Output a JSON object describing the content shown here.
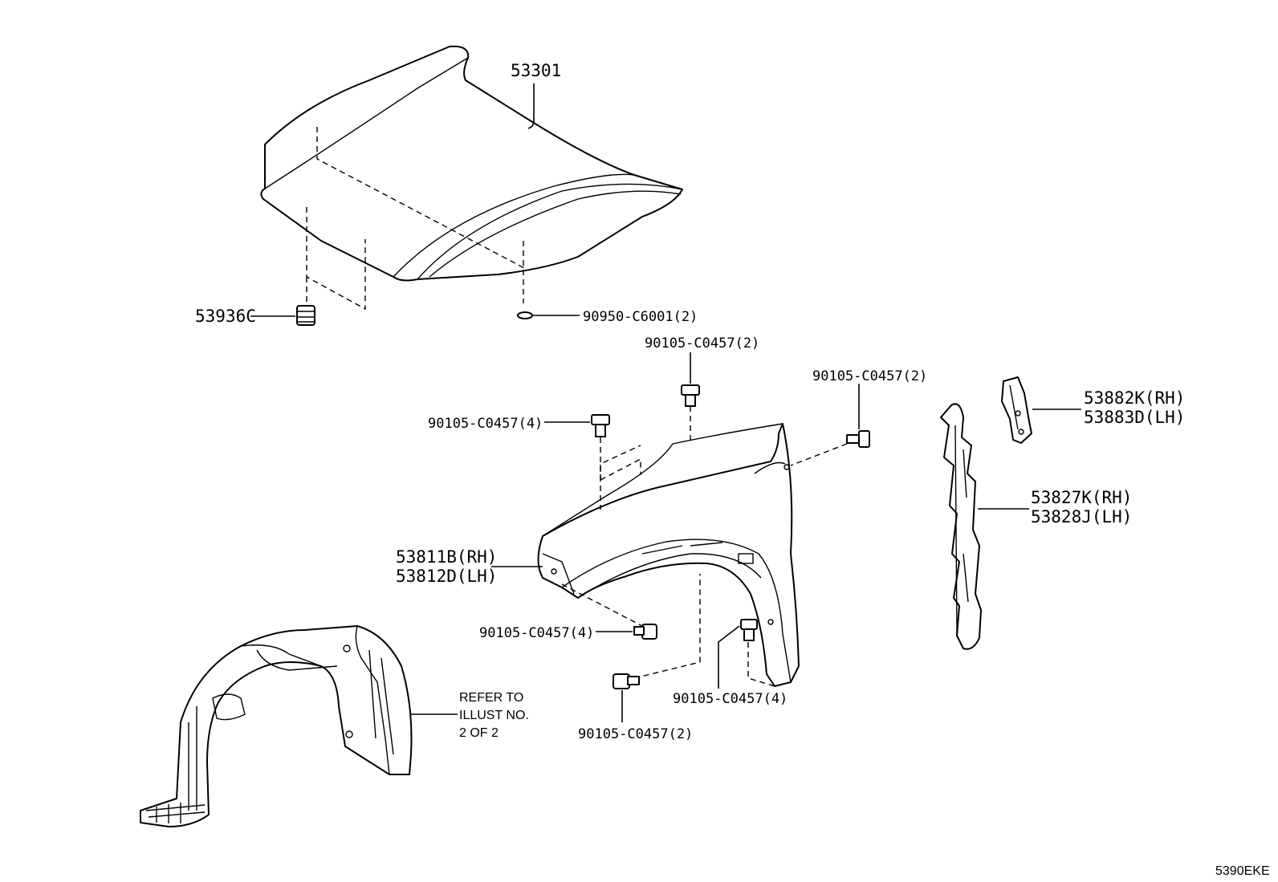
{
  "parts": {
    "hood": "53301",
    "hood_cushion": "53936C",
    "hood_plug": "90950-C6001(2)",
    "bolt_top": "90105-C0457(2)",
    "bolt_right": "90105-C0457(2)",
    "bolt_left": "90105-C0457(4)",
    "fender_rh": "53811B(RH)",
    "fender_lh": "53812D(LH)",
    "bolt_lower_left": "90105-C0457(4)",
    "bolt_lower_mid": "90105-C0457(4)",
    "bolt_bottom": "90105-C0457(2)",
    "bracket_rh": "53882K(RH)",
    "bracket_lh": "53883D(LH)",
    "seal_rh": "53827K(RH)",
    "seal_lh": "53828J(LH)"
  },
  "refer_note": {
    "line1": "REFER TO",
    "line2": "ILLUST NO.",
    "line3": "2 OF 2"
  },
  "illustration_code": "5390EKE"
}
